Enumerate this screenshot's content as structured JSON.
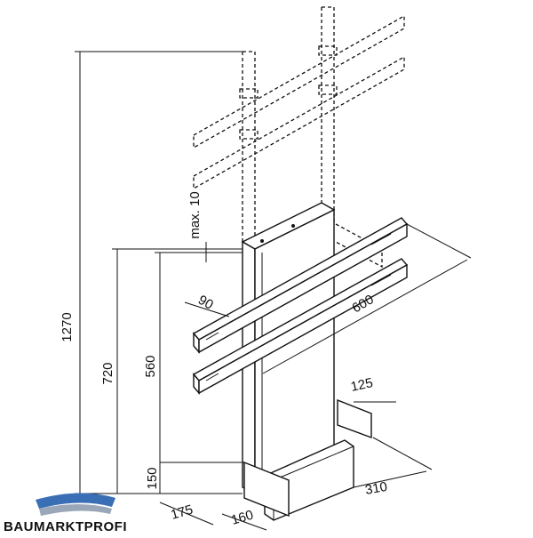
{
  "dimensions": {
    "total_height": "1270",
    "height_720": "720",
    "height_560": "560",
    "height_150": "150",
    "max_adjust": "max. 10",
    "rail_width": "90",
    "rail_length": "600",
    "foot_width": "125",
    "depth_310": "310",
    "width_175": "175",
    "width_160": "160"
  },
  "brand": {
    "name": "BAUMARKTPROFI",
    "colors": {
      "primary": "#3a6fb5",
      "accent": "#9aa7b8"
    }
  }
}
